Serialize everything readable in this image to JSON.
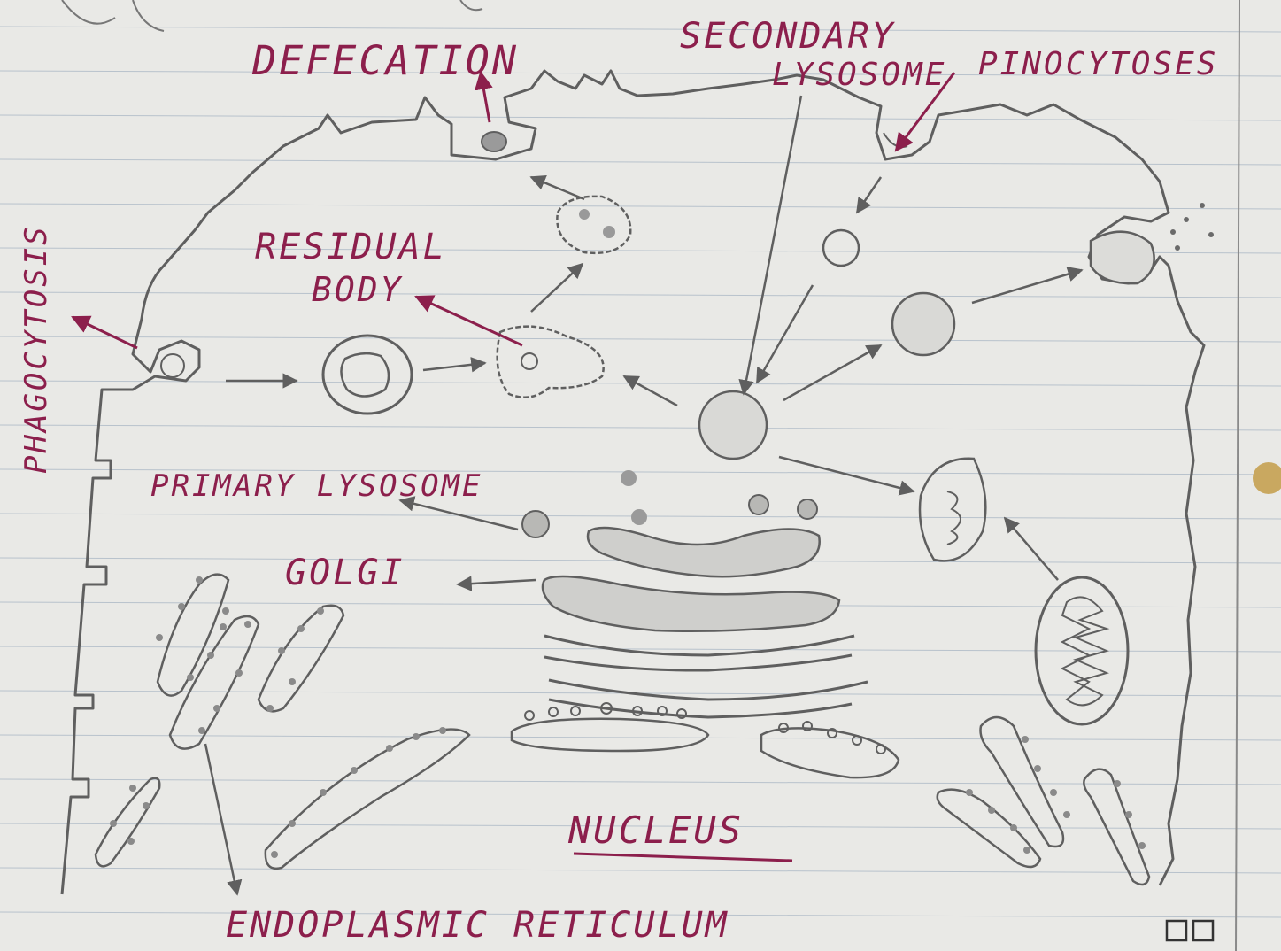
{
  "labels": {
    "defecation": "DEFECATION",
    "secondary_lysosome_line1": "SECONDARY",
    "secondary_lysosome_line2": "LYSOSOME",
    "pinocytoses": "PINOCYTOSES",
    "phagocytosis": "PHAGOCYTOSIS",
    "residual_body_line1": "RESIDUAL",
    "residual_body_line2": "BODY",
    "primary_lysosome": "PRIMARY LYSOSOME",
    "golgi": "GOLGI",
    "nucleus": "NUCLEUS",
    "endoplasmic_reticulum": "ENDOPLASMIC RETICULUM"
  },
  "colors": {
    "paper": "#e9e9e6",
    "rule_line": "#b8c2cc",
    "pencil": "#5f5f5f",
    "pen_ink": "#8c1f4c",
    "hole_punch": "#c9a860"
  }
}
